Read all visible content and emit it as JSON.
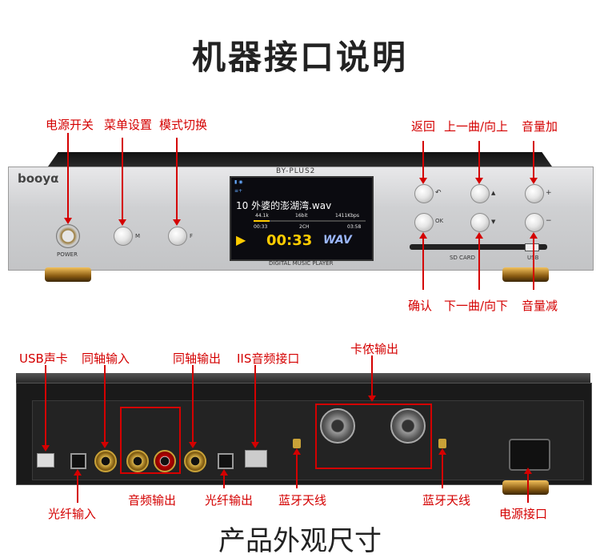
{
  "title": "机器接口说明",
  "front_labels": {
    "power_switch": "电源开关",
    "menu_settings": "菜单设置",
    "mode_switch": "模式切换",
    "back": "返回",
    "prev": "上一曲/向上",
    "vol_up": "音量加",
    "ok": "确认",
    "next": "下一曲/向下",
    "vol_down": "音量减"
  },
  "front_panel": {
    "brand": "booyα",
    "model": "BY-PLUS2",
    "power_text": "POWER",
    "m_text": "M",
    "f_text": "F",
    "sd_card_text": "SD CARD",
    "usb_text": "USB",
    "player_text": "DIGITAL MUSIC PLAYER",
    "ok_text": "OK"
  },
  "screen": {
    "track_title": "10 外婆的澎湖湾.wav",
    "sample_rate": "44.1k",
    "bit_depth": "16bit",
    "bitrate": "1411Kbps",
    "elapsed": "00:33",
    "channels": "2CH",
    "total": "03:58",
    "big_time": "00:33",
    "format": "WAV",
    "play_icon": "play-icon"
  },
  "back_labels": {
    "usb_soundcard": "USB声卡",
    "coax_in": "同轴输入",
    "coax_out": "同轴输出",
    "iis": "IIS音频接口",
    "xlr_out": "卡侬输出",
    "optical_in": "光纤输入",
    "audio_out": "音频输出",
    "optical_out": "光纤输出",
    "bt_antenna_1": "蓝牙天线",
    "bt_antenna_2": "蓝牙天线",
    "power_port": "电源接口"
  },
  "bottom_text": "产品外观尺寸",
  "accent_color": "#d40000"
}
